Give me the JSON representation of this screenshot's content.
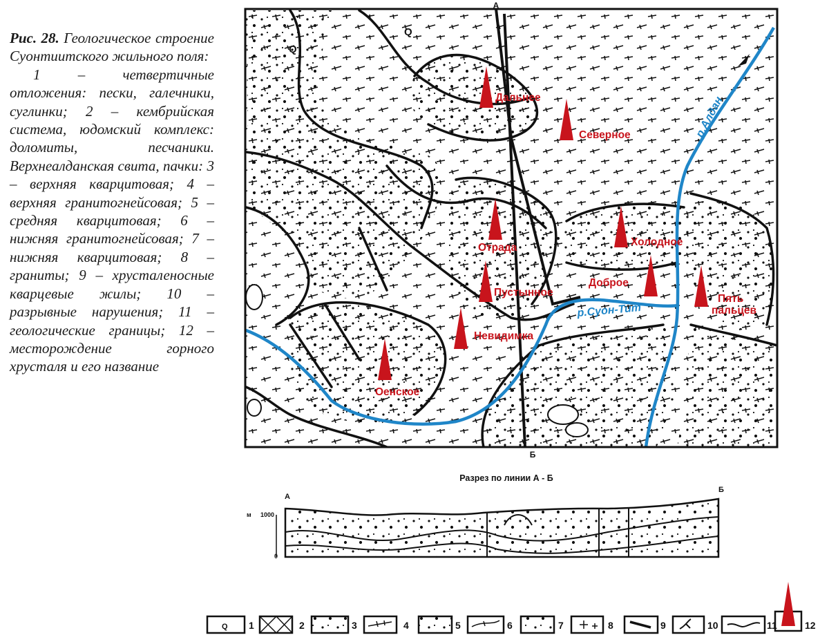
{
  "caption": {
    "figure_no": "Рис. 28.",
    "title": "Геологическое строение Суонтиитского жильного поля:",
    "legend_text": "1 – четвертичные отложения: пески, галечники, суглинки; 2 – кембрийская система, юдомский комплекс: доломиты, песчаники. Верхнеалданская свита, пачки: 3 – верхняя кварцитовая; 4 – верхняя гранитогнейсовая; 5 – средняя кварцитовая; 6 – нижняя гранитогнейсовая; 7 – нижняя кварцитовая; 8 – граниты; 9 – хрусталеносные кварцевые жилы; 10 – разрывные нарушения; 11 – геологические границы; 12 – месторождение горного хрусталя и его название"
  },
  "map": {
    "section_top_label": "А",
    "section_bottom_label": "Б",
    "quaternary_labels": [
      "Q",
      "Q"
    ],
    "deposits": [
      "Дальнее",
      "Северное",
      "Отрада",
      "Холодное",
      "Пустынное",
      "Доброе",
      "Пять",
      "пальцев",
      "Невидимка",
      "Оенское"
    ],
    "rivers": [
      "р.Алдан",
      "р.Суон-Тит"
    ],
    "colors": {
      "deposit": "#c8141c",
      "river": "#1f86c8",
      "lines": "#111111"
    }
  },
  "section": {
    "title": "Разрез по линии А - Б",
    "left_label": "А",
    "right_label": "Б",
    "axis_unit": "м",
    "axis_top": "1000",
    "axis_bottom": "0"
  },
  "legend": {
    "symbol_q": "Q",
    "numbers": [
      "1",
      "2",
      "3",
      "4",
      "5",
      "6",
      "7",
      "8",
      "9",
      "10",
      "11",
      "12"
    ]
  }
}
